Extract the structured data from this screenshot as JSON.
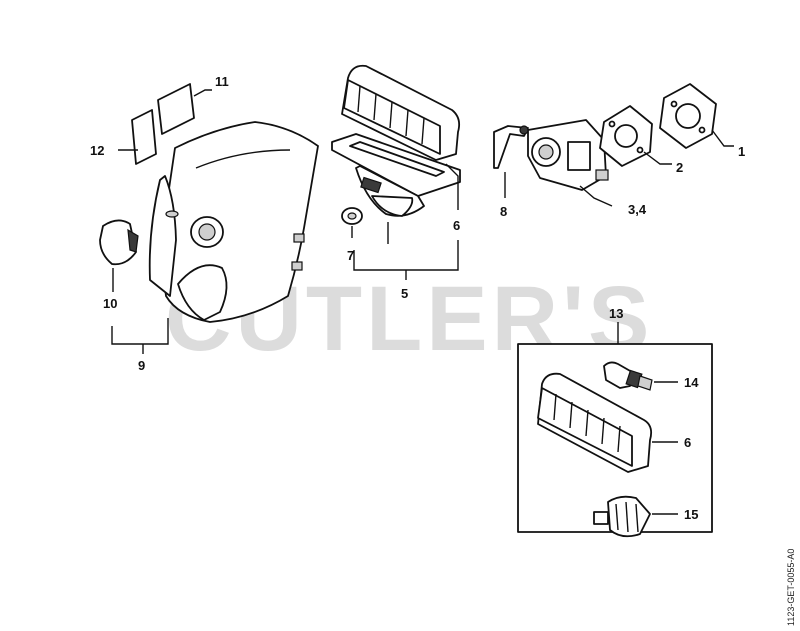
{
  "watermark": "CUTLER'S",
  "document_id": "1123-GET-0055-A0",
  "callouts": {
    "c1": "1",
    "c2": "2",
    "c34": "3,4",
    "c5": "5",
    "c6a": "6",
    "c6b": "6",
    "c7": "7",
    "c8": "8",
    "c9": "9",
    "c10": "10",
    "c11": "11",
    "c12": "12",
    "c13": "13",
    "c14": "14",
    "c15": "15"
  }
}
